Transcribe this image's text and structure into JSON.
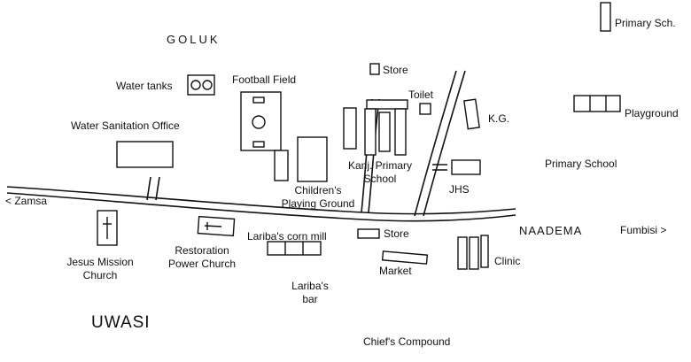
{
  "map": {
    "labels": {
      "goluk": "GOLUK",
      "primary_sch": "Primary Sch.",
      "store_top": "Store",
      "water_tanks": "Water tanks",
      "football_field": "Football Field",
      "toilet": "Toilet",
      "kg": "K.G.",
      "playground": "Playground",
      "water_sanitation_office": "Water Sanitation Office",
      "primary_school": "Primary School",
      "kanj_primary_school_1": "Kanj.  Primary",
      "kanj_primary_school_2": "School",
      "childrens_playing_ground_1": "Children's",
      "childrens_playing_ground_2": "Playing Ground",
      "jhs": "JHS",
      "zamsa": "< Zamsa",
      "naadema": "NAADEMA",
      "fumbisi": "Fumbisi >",
      "store_bottom": "Store",
      "laribas_corn_mill": "Lariba's corn mill",
      "restoration_1": "Restoration",
      "restoration_2": "Power Church",
      "jesus_mission_1": "Jesus Mission",
      "jesus_mission_2": "Church",
      "clinic": "Clinic",
      "market": "Market",
      "laribas_bar_1": "Lariba's",
      "laribas_bar_2": "bar",
      "uwasi": "UWASI",
      "chiefs_compound": "Chief's Compound"
    }
  }
}
